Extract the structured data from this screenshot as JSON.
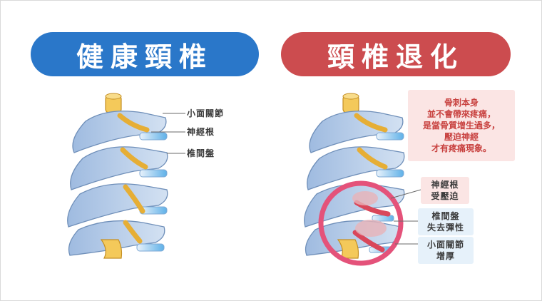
{
  "titles": {
    "healthy": "健康頸椎",
    "degenerated": "頸椎退化"
  },
  "colors": {
    "healthy_pill": "#2a77c9",
    "degenerated_pill": "#cc4c4f",
    "bone": "#b8cde6",
    "bone_dark": "#8aa7cc",
    "disc": "#d7e6f5",
    "nerve": "#f2c14e",
    "nerve_dark": "#d79a24",
    "inflamed": "#e0495a",
    "circle": "#e4527a"
  },
  "healthy_labels": {
    "facet": "小面關節",
    "nerve_root": "神經根",
    "disc": "椎間盤"
  },
  "degenerated_labels": {
    "bone_spur_note": "骨刺本身\n並不會帶來疼痛，\n是當骨質增生過多，\n壓迫神經\n才有疼痛現象。",
    "nerve_compressed": "神經根\n受壓迫",
    "disc_elasticity": "椎間盤\n失去彈性",
    "facet_hypertrophy": "小面關節\n增厚"
  }
}
